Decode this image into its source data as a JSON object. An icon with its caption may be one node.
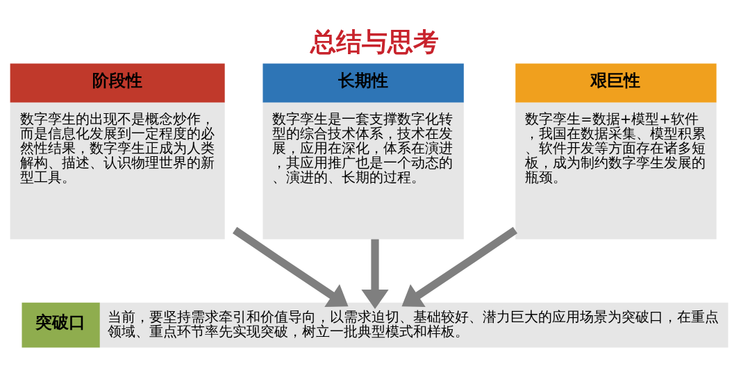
{
  "diagram": {
    "title": "总结与思考",
    "nodes": [
      {
        "text": [
          "阶段性",
          "数字孪生的出现不是概念炒作，而是信息化发展到一定程度的必然性结果，数字孪生正成为人类解构、描述、认识物理世界的新型工具。"
        ]
      },
      {
        "text": [
          "长期性",
          "数字孪生是一套支撑数字化转型的综合技术体系，技术在发展，应用在深化，体系在演进，其应用推广也是一个动态的、演进的、长期的过程。"
        ]
      },
      {
        "text": [
          "艰巨性",
          "数字孪生=数据+模型+软件，我国在数据采集、模型积累、软件开发等方面存在诸多短板，成为制约数字孪生发展的瓶颈。"
        ]
      },
      {
        "text": [
          "突破口",
          "当前，要坚持需求牵引和价值导向，以需求迫切、基础较好、潜力巨大的应用场景为突破口，在重点领域、重点环节率先实现突破，树立一批典型模式和样板。"
        ]
      }
    ],
    "edges": [
      {
        "from": 0,
        "to": 3,
        "arrow": "to"
      },
      {
        "from": 1,
        "to": 3,
        "arrow": "to"
      },
      {
        "from": 2,
        "to": 3,
        "arrow": "to"
      }
    ]
  }
}
